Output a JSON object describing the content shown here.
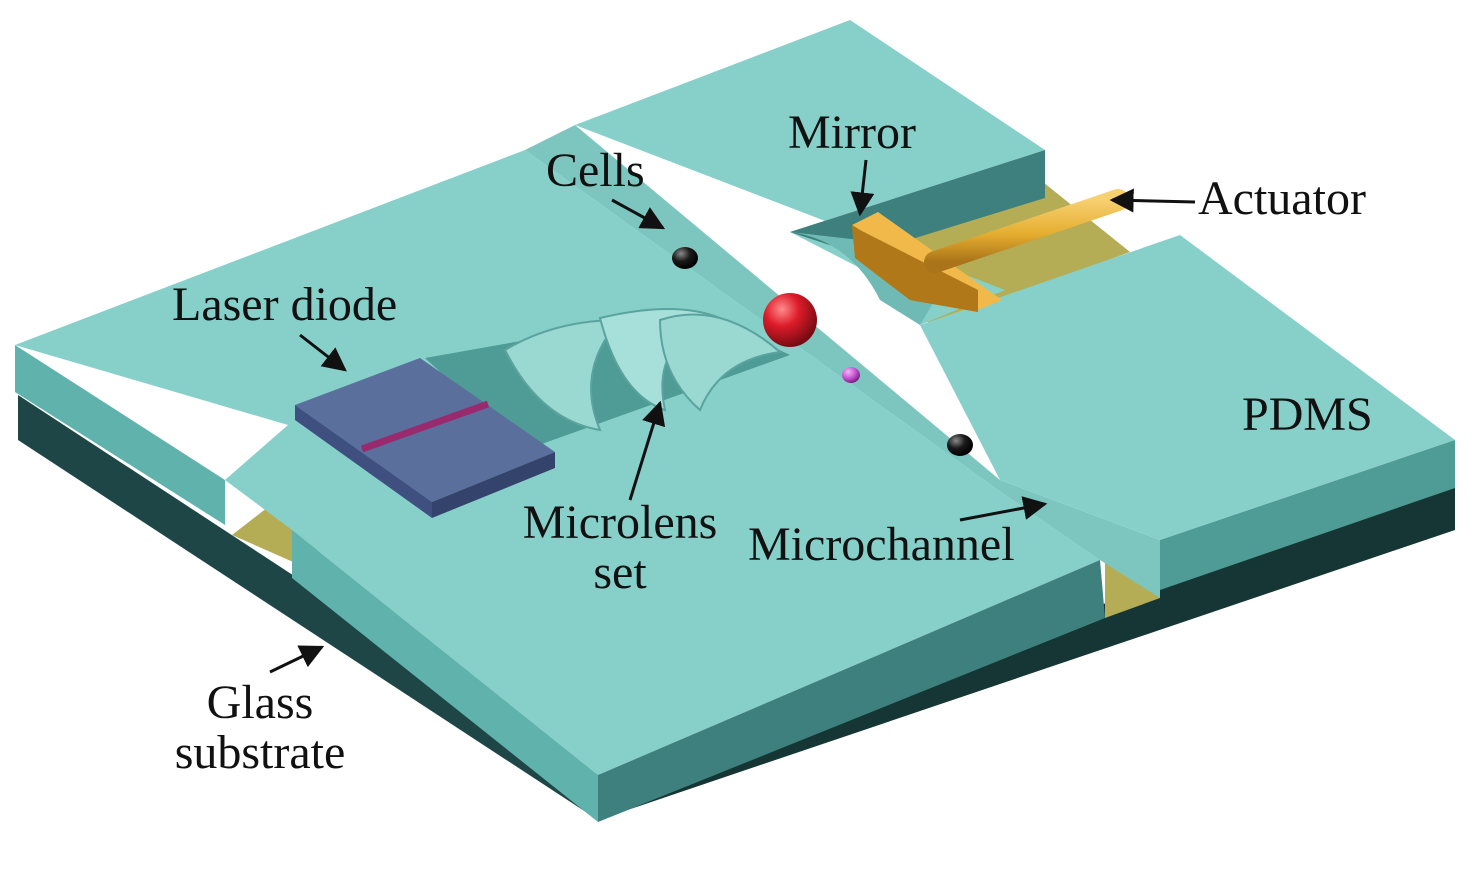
{
  "labels": {
    "cells": "Cells",
    "mirror": "Mirror",
    "actuator": "Actuator",
    "laser_diode": "Laser diode",
    "pdms": "PDMS",
    "microlens_line1": "Microlens",
    "microlens_line2": "set",
    "microchannel": "Microchannel",
    "glass_line1": "Glass",
    "glass_line2": "substrate"
  },
  "colors": {
    "pdms_top": "#87d0ca",
    "pdms_side_front": "#5fb3ac",
    "pdms_side_dark": "#3d807d",
    "substrate_front": "#1e4646",
    "substrate_side": "#163636",
    "gold_gap": "#b5ad55",
    "laser_diode": "#5b6f9d",
    "laser_stripe": "#9a2a6e",
    "mirror_block": "#d9a02a",
    "actuator_rod": "#e5ad2f",
    "cell_red": "#dd1c2a",
    "cell_dark": "#141414",
    "cell_violet": "#c550d0"
  }
}
